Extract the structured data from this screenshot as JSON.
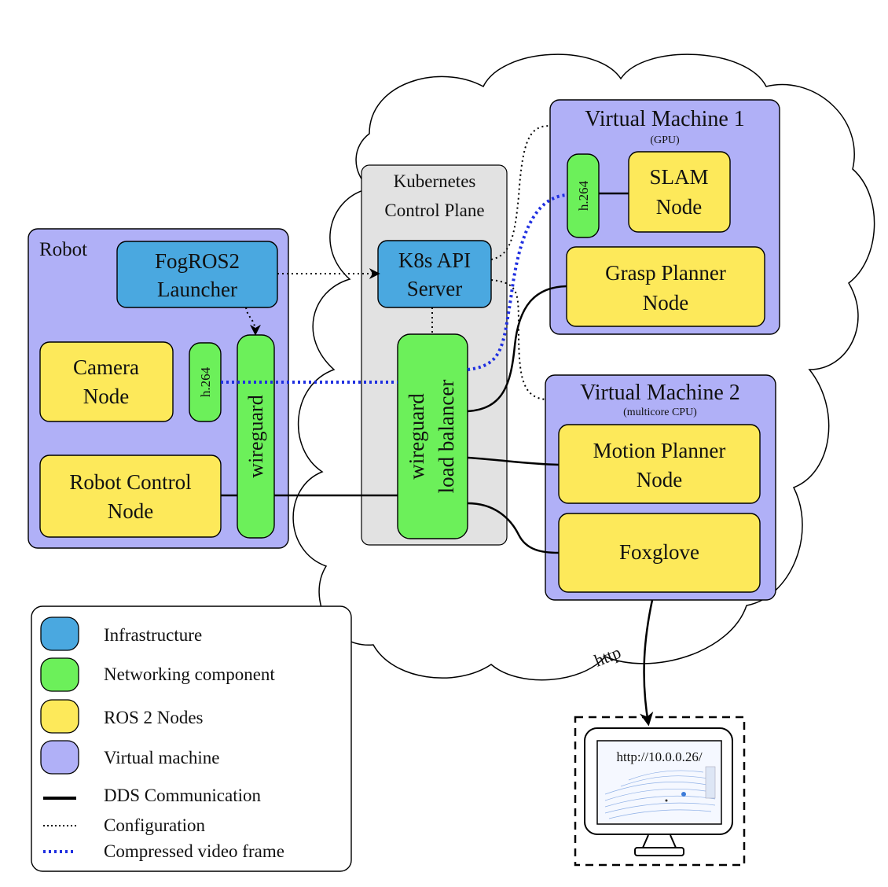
{
  "colors": {
    "infrastructure": "#4aa8e0",
    "networking": "#6cf05a",
    "ros_node": "#fde95a",
    "virtual_machine": "#b0b0f7",
    "k8s_plane": "#e2e2e2",
    "dds_line": "#000000",
    "video_line": "#1f2fe0"
  },
  "robot": {
    "title": "Robot",
    "launcher_l1": "FogROS2",
    "launcher_l2": "Launcher",
    "camera_l1": "Camera",
    "camera_l2": "Node",
    "h264": "h.264",
    "wireguard": "wireguard",
    "control_l1": "Robot Control",
    "control_l2": "Node"
  },
  "k8s": {
    "title_l1": "Kubernetes",
    "title_l2": "Control Plane",
    "api_l1": "K8s API",
    "api_l2": "Server",
    "lb_l1": "wireguard",
    "lb_l2": "load balancer"
  },
  "vm1": {
    "title": "Virtual Machine 1",
    "subtitle": "(GPU)",
    "h264": "h.264",
    "slam_l1": "SLAM",
    "slam_l2": "Node",
    "grasp_l1": "Grasp Planner",
    "grasp_l2": "Node"
  },
  "vm2": {
    "title": "Virtual Machine 2",
    "subtitle": "(multicore CPU)",
    "motion_l1": "Motion Planner",
    "motion_l2": "Node",
    "foxglove": "Foxglove"
  },
  "http_label": "http",
  "monitor": {
    "url": "http://10.0.0.26/"
  },
  "legend": {
    "items": [
      {
        "label": "Infrastructure",
        "icon": "infrastructure-swatch"
      },
      {
        "label": "Networking component",
        "icon": "networking-swatch"
      },
      {
        "label": "ROS 2 Nodes",
        "icon": "ros-node-swatch"
      },
      {
        "label": "Virtual machine",
        "icon": "virtual-machine-swatch"
      },
      {
        "label": "DDS Communication",
        "icon": "solid-line"
      },
      {
        "label": "Configuration",
        "icon": "dotted-line"
      },
      {
        "label": "Compressed video frame",
        "icon": "blue-dotted-line"
      }
    ]
  }
}
